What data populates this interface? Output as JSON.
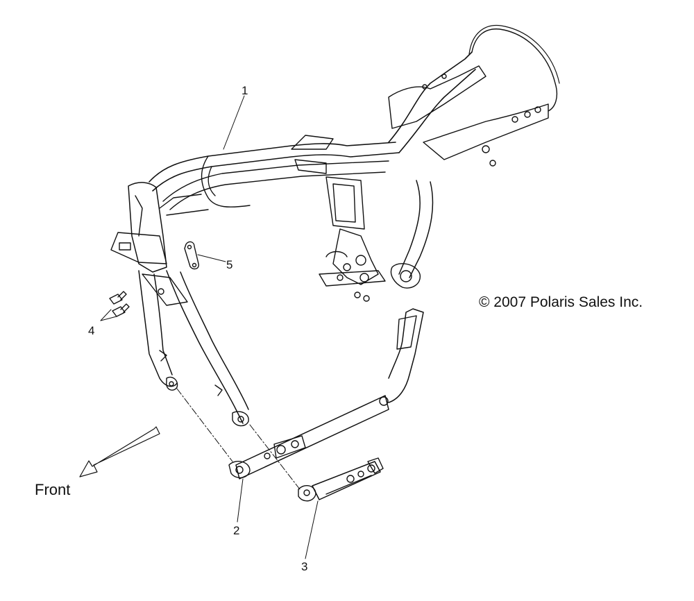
{
  "copyright": "© 2007 Polaris Sales Inc.",
  "direction_label": "Front",
  "callouts": [
    {
      "id": "1",
      "text": "1"
    },
    {
      "id": "2",
      "text": "2"
    },
    {
      "id": "3",
      "text": "3"
    },
    {
      "id": "4",
      "text": "4"
    },
    {
      "id": "5",
      "text": "5"
    }
  ]
}
